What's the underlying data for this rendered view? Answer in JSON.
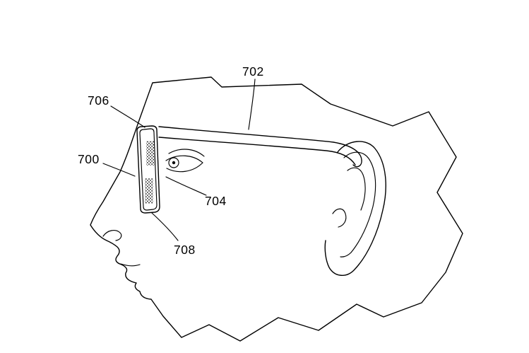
{
  "figure": {
    "labels": {
      "700": "700",
      "702": "702",
      "704": "704",
      "706": "706",
      "708": "708"
    }
  },
  "colors": {
    "ink": "#000000",
    "background": "#ffffff"
  }
}
